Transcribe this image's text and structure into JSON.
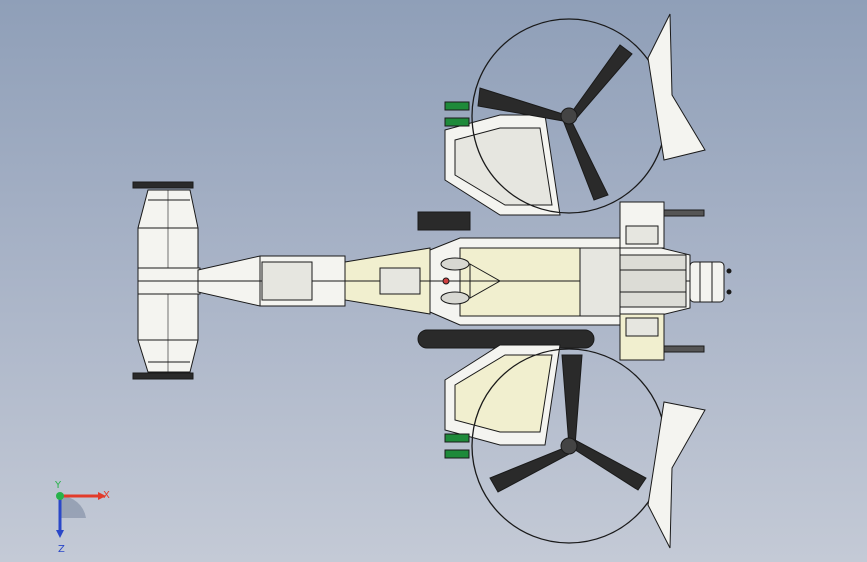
{
  "viewport": {
    "background_top": "#8f9fb8",
    "background_bottom": "#c4cad6"
  },
  "model": {
    "outline_color": "#1a1a1a",
    "panel_light": "#f4f4f0",
    "panel_cream": "#f1efcf",
    "panel_shadow": "#d8d8d2",
    "rotor_blade": "#2a2a2a",
    "accent_green": "#1e8a3a"
  },
  "triad": {
    "x_label": "X",
    "y_label": "Y",
    "z_label": "Z",
    "x_color": "#e23b2a",
    "y_color": "#27b24a",
    "z_color": "#2a47c8"
  }
}
